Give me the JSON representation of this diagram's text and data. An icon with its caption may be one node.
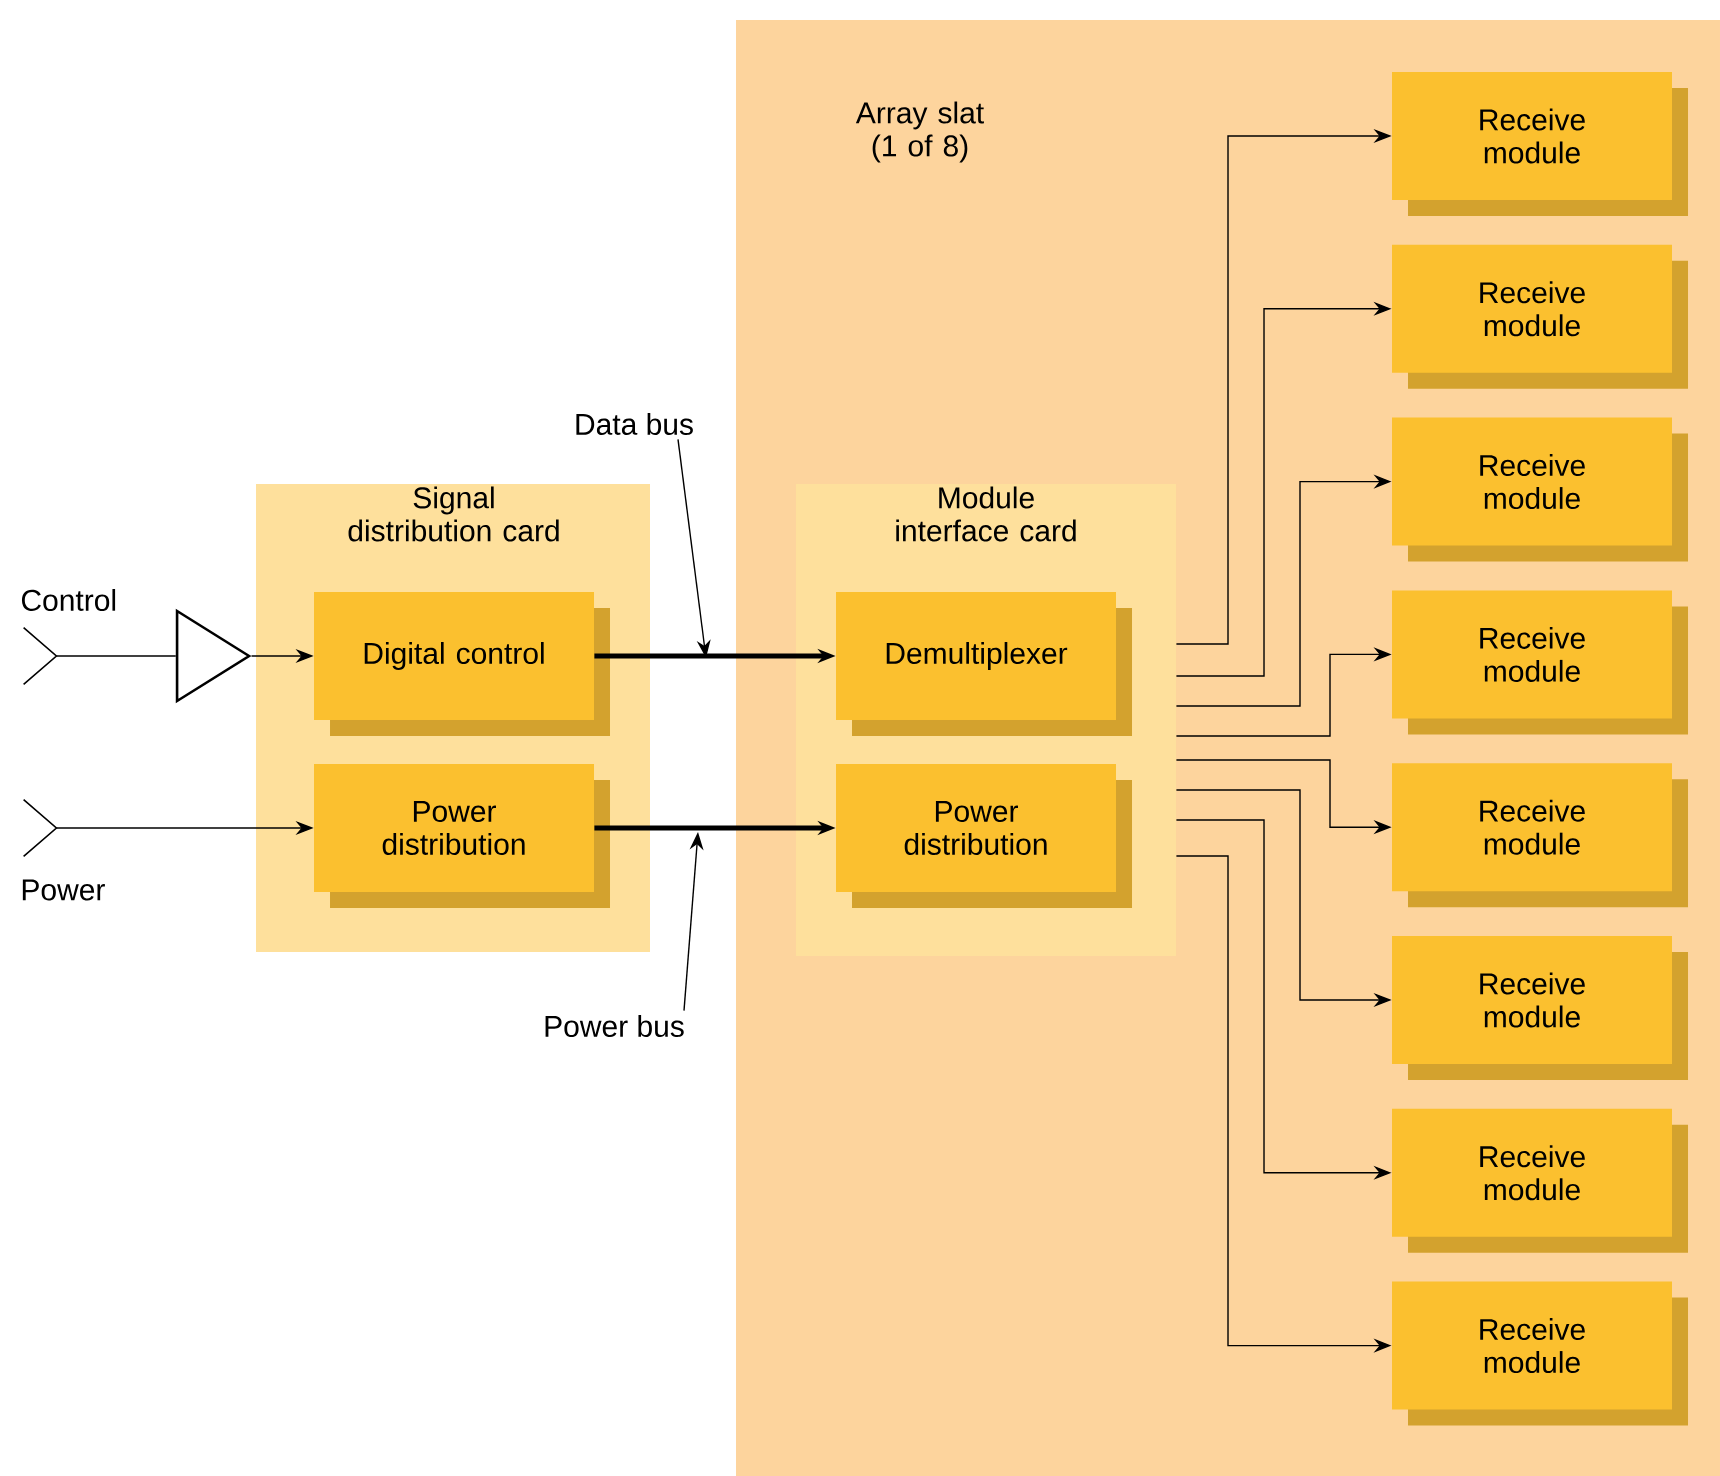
{
  "diagram": {
    "nodes": [
      {
        "text": [
          "Array slat (1 of 8)"
        ]
      },
      {
        "text": [
          "Signal distribution card"
        ]
      },
      {
        "text": [
          "Digital control"
        ],
        "in": 1
      },
      {
        "text": [
          "Power distribution"
        ],
        "in": 1
      },
      {
        "text": [
          "Module interface card"
        ],
        "in": 0
      },
      {
        "text": [
          "Demultiplexer"
        ],
        "in": 4
      },
      {
        "text": [
          "Power distribution"
        ],
        "in": 4
      },
      {
        "text": [
          "Receive module"
        ],
        "in": 0
      },
      {
        "text": [
          "Receive module"
        ],
        "in": 0
      },
      {
        "text": [
          "Receive module"
        ],
        "in": 0
      },
      {
        "text": [
          "Receive module"
        ],
        "in": 0
      },
      {
        "text": [
          "Receive module"
        ],
        "in": 0
      },
      {
        "text": [
          "Receive module"
        ],
        "in": 0
      },
      {
        "text": [
          "Receive module"
        ],
        "in": 0
      },
      {
        "text": [
          "Receive module"
        ],
        "in": 0
      },
      {
        "text": [],
        "shape": "chevron",
        "beside": [
          "Control"
        ]
      },
      {
        "text": [],
        "shape": "triangle"
      },
      {
        "text": [],
        "shape": "chevron",
        "beside": [
          "Power"
        ]
      },
      {
        "text": [
          "Data bus"
        ]
      },
      {
        "text": [
          "Power bus"
        ]
      }
    ],
    "edges": [
      {
        "from": 15,
        "to": 16,
        "arrow": "none"
      },
      {
        "from": 16,
        "to": 2,
        "arrow": "to"
      },
      {
        "from": 17,
        "to": 3,
        "arrow": "to"
      },
      {
        "from": 2,
        "to": 5,
        "arrow": "to",
        "style": "thick"
      },
      {
        "from": 3,
        "to": 6,
        "arrow": "to",
        "style": "thick"
      },
      {
        "from": 4,
        "to": 7,
        "arrow": "to"
      },
      {
        "from": 4,
        "to": 8,
        "arrow": "to"
      },
      {
        "from": 4,
        "to": 9,
        "arrow": "to"
      },
      {
        "from": 4,
        "to": 10,
        "arrow": "to"
      },
      {
        "from": 4,
        "to": 11,
        "arrow": "to"
      },
      {
        "from": 4,
        "to": 12,
        "arrow": "to"
      },
      {
        "from": 4,
        "to": 13,
        "arrow": "to"
      },
      {
        "from": 4,
        "to": 14,
        "arrow": "to"
      },
      {
        "from": 18,
        "to": null,
        "arrow": "to"
      },
      {
        "from": 19,
        "to": null,
        "arrow": "to"
      }
    ]
  }
}
